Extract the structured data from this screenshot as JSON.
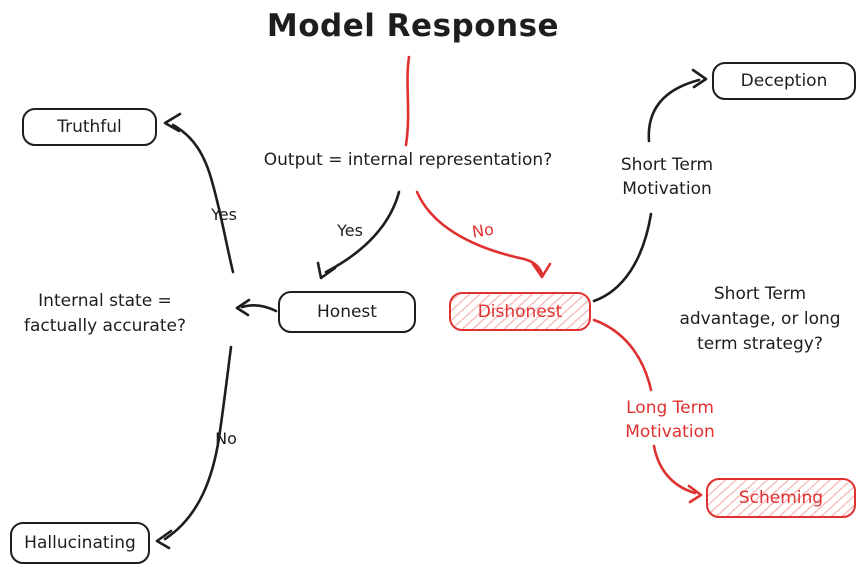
{
  "title": "Model Response",
  "colors": {
    "ink": "#1e1e1e",
    "accent_red": "#e03131"
  },
  "nodes": {
    "truthful": "Truthful",
    "deception": "Deception",
    "honest": "Honest",
    "dishonest": "Dishonest",
    "scheming": "Scheming",
    "hallucinating": "Hallucinating"
  },
  "questions": {
    "output_vs_internal": "Output = internal representation?",
    "internal_state": [
      "Internal state =",
      "factually accurate?"
    ],
    "short_vs_long": [
      "Short Term",
      "advantage, or long",
      "term strategy?"
    ]
  },
  "edge_labels": {
    "center_yes": "Yes",
    "center_no": "No",
    "left_yes": "Yes",
    "left_no": "No",
    "short_term_motivation": [
      "Short Term",
      "Motivation"
    ],
    "long_term_motivation": [
      "Long Term",
      "Motivation"
    ]
  }
}
